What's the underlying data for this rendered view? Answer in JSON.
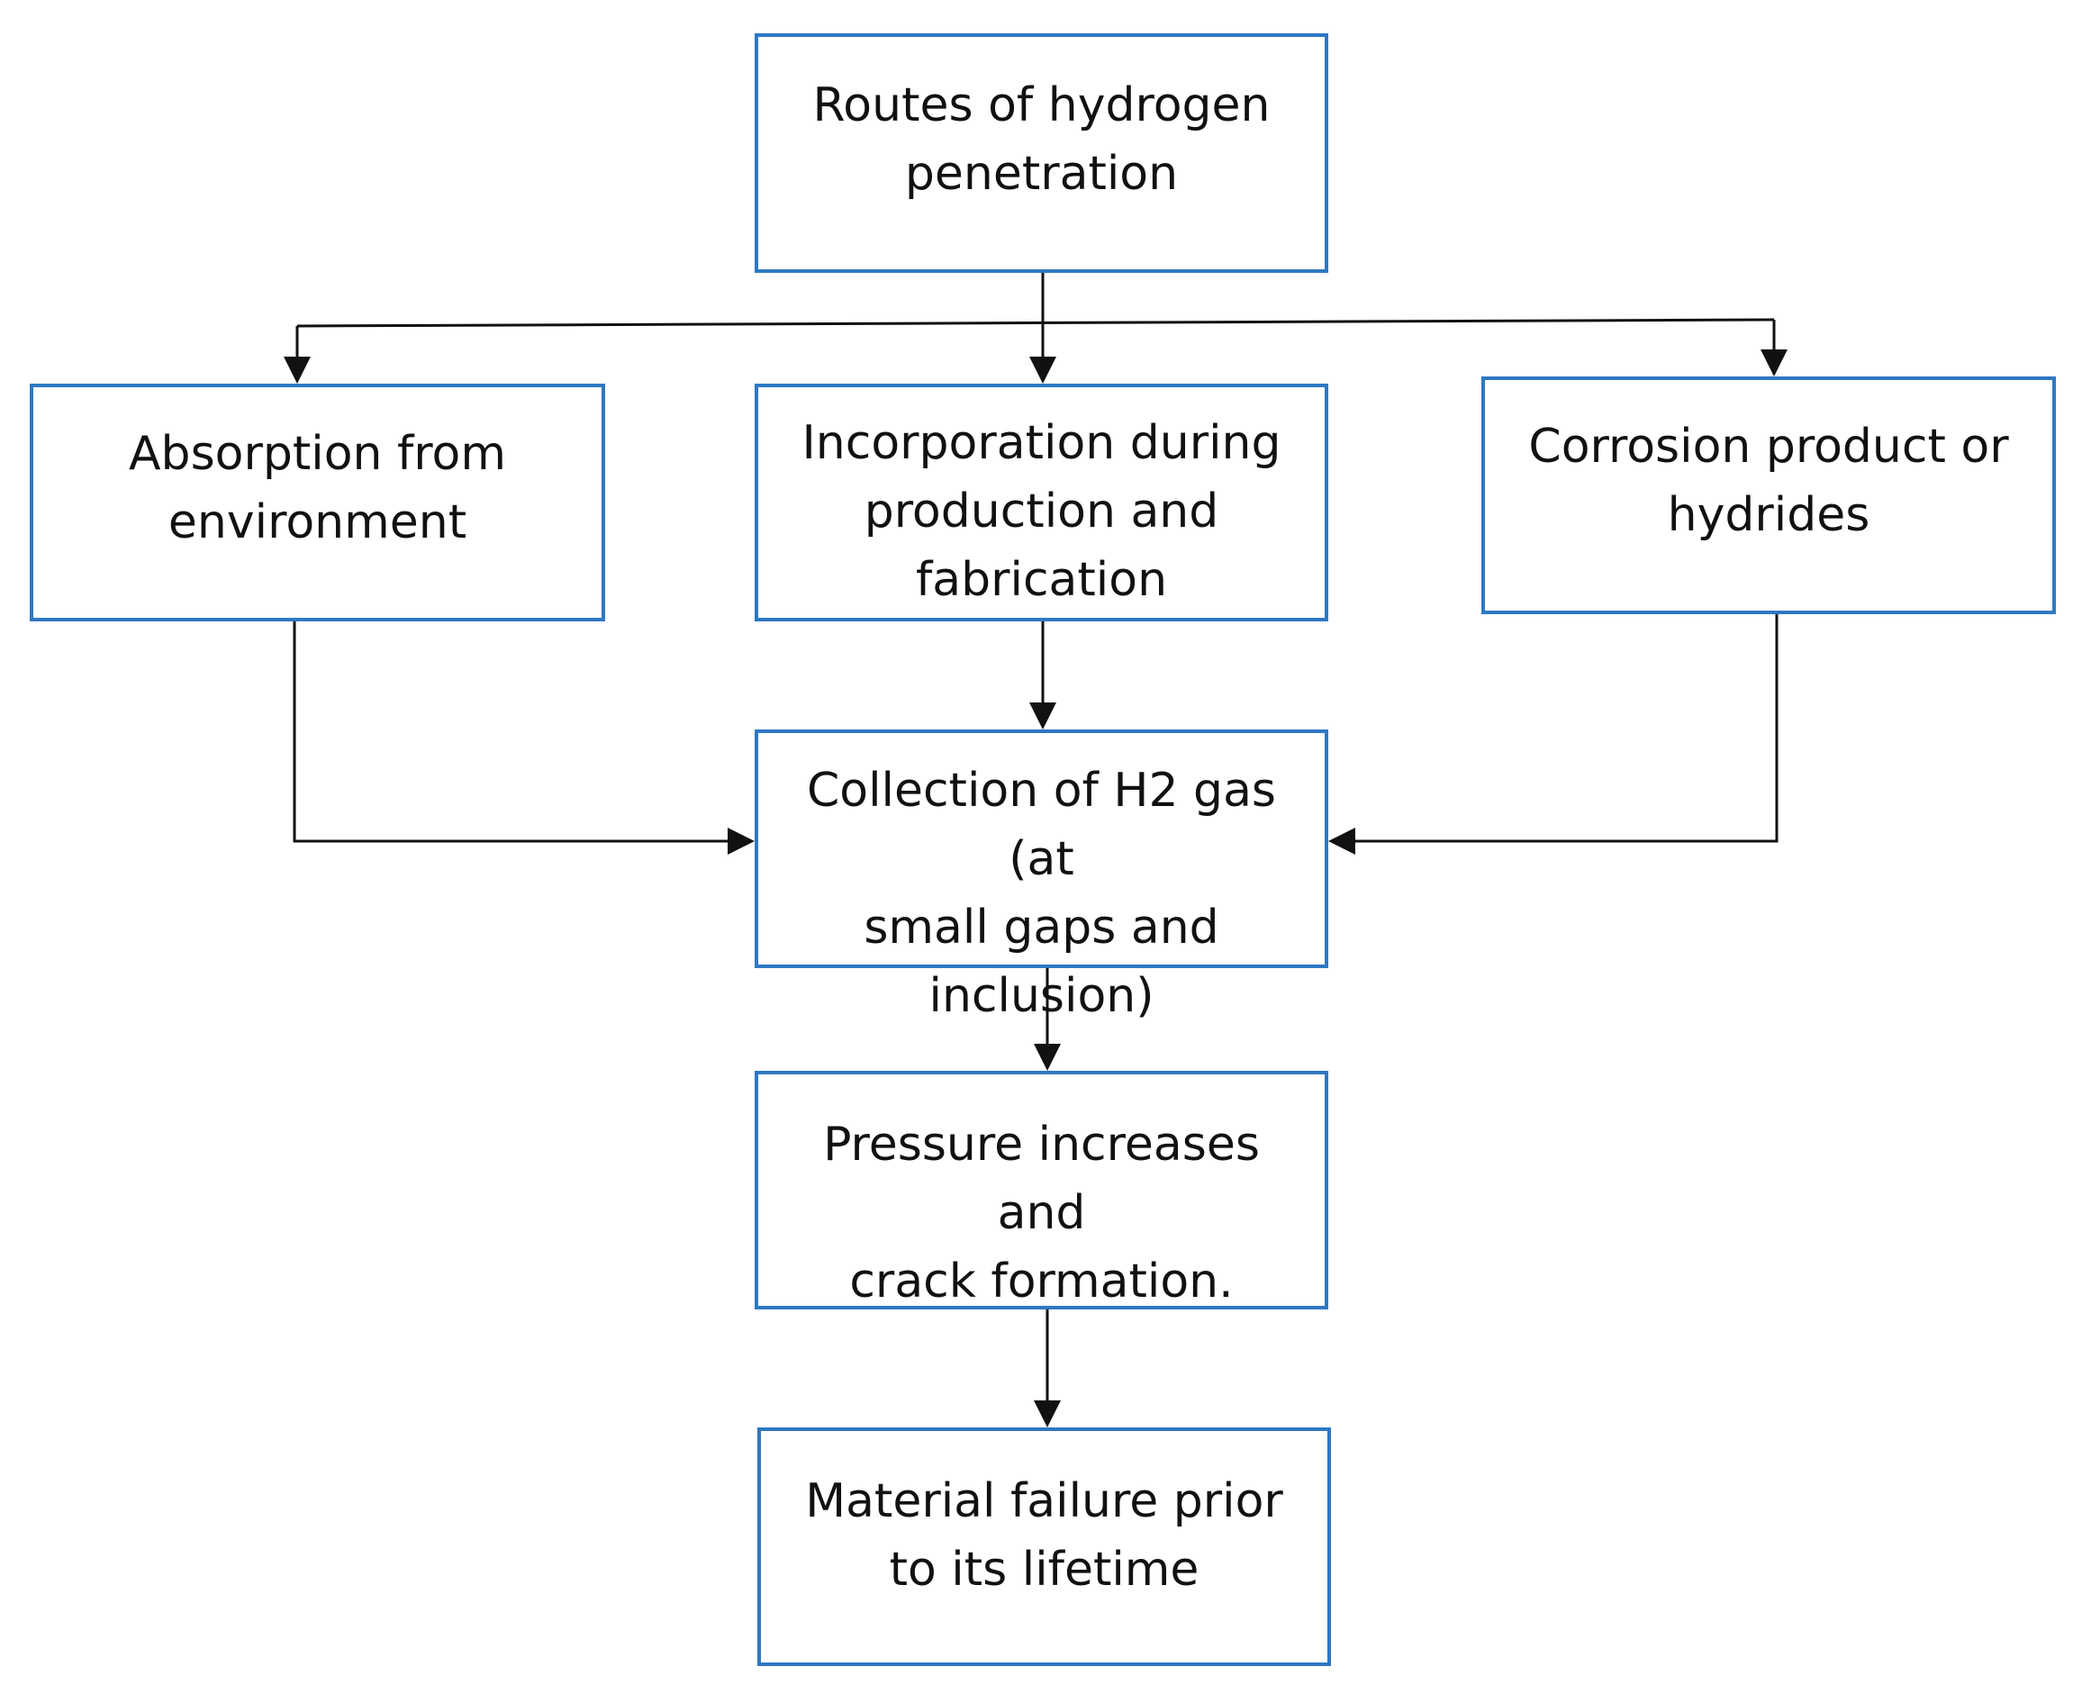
{
  "nodes": {
    "routes": "Routes of hydrogen\npenetration",
    "absorption": "Absorption from\nenvironment",
    "incorporation": "Incorporation during\nproduction and\nfabrication",
    "corrosion": "Corrosion product or\nhydrides",
    "collection": "Collection of H2 gas (at\nsmall gaps and\ninclusion)",
    "pressure": "Pressure increases and\ncrack formation.",
    "failure": "Material failure prior\nto its lifetime"
  },
  "colors": {
    "box_border": "#2e78c4",
    "connector": "#111111"
  }
}
